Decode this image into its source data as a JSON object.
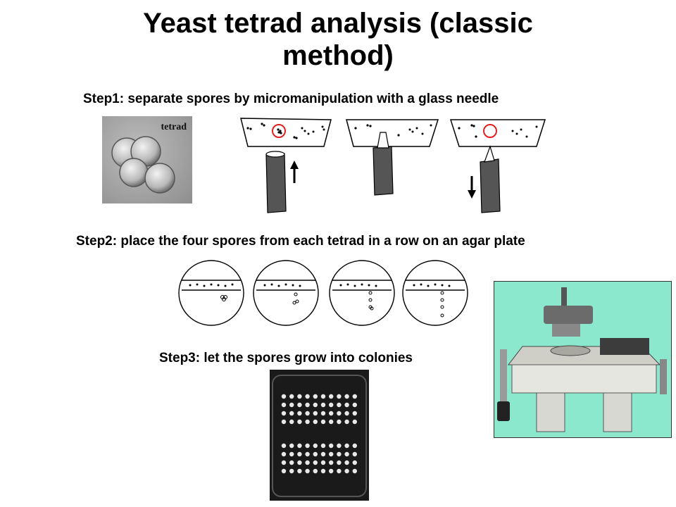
{
  "title": "Yeast tetrad analysis (classic method)",
  "steps": {
    "step1": "Step1: separate spores by micromanipulation with a glass needle",
    "step2": "Step2: place the four spores from each tetrad in a row on an agar plate",
    "step3": "Step3: let the spores grow into colonies"
  },
  "tetrad_photo": {
    "label": "tetrad"
  },
  "colors": {
    "highlight_circle": "#e02020",
    "micromanipulator_bg": "#8ce8cc"
  },
  "colony_grid": {
    "rows_upper": 4,
    "rows_lower": 4,
    "columns": 10
  }
}
